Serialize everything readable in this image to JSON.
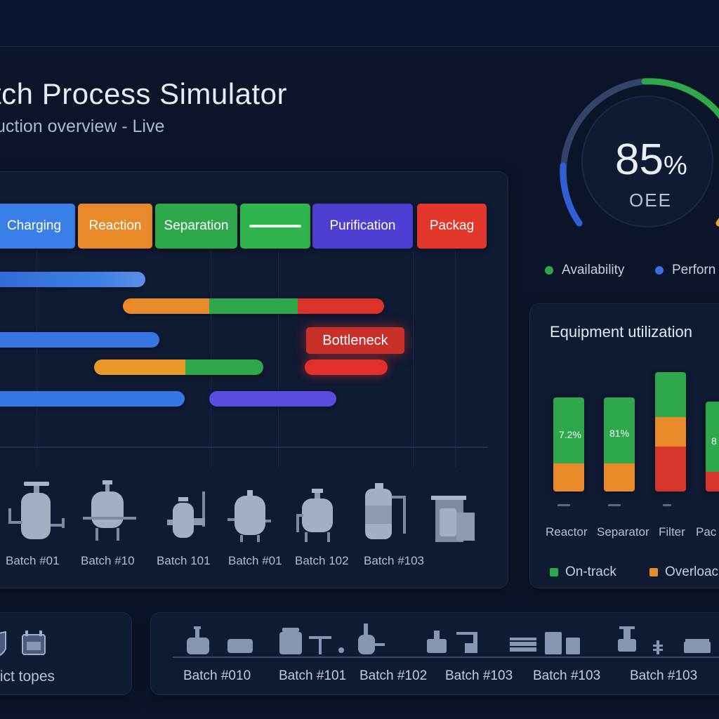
{
  "header": {
    "title": "tch Process Simulator",
    "subtitle": "uction overview - Live"
  },
  "stages": [
    {
      "label": "Charging",
      "color": "#3a7ee8"
    },
    {
      "label": "Reaction",
      "color": "#e8892a"
    },
    {
      "label": "Separation",
      "color": "#2fa84c"
    },
    {
      "label": "",
      "color": "#2fb44e",
      "icon": "dash-icon"
    },
    {
      "label": "Purification",
      "color": "#4c3fd1"
    },
    {
      "label": "Packag",
      "color": "#e3362b"
    }
  ],
  "gantt": {
    "bottleneck_label": "Bottleneck"
  },
  "equipment": [
    {
      "label": "Batch #01",
      "icon": "tank-vessel-icon"
    },
    {
      "label": "Batch #10",
      "icon": "reactor-vessel-icon"
    },
    {
      "label": "Batch 101",
      "icon": "pump-vessel-icon"
    },
    {
      "label": "Batch #01",
      "icon": "storage-tank-icon"
    },
    {
      "label": "Batch 102",
      "icon": "mixer-vessel-icon"
    },
    {
      "label": "Batch #103",
      "icon": "separator-column-icon"
    },
    {
      "label": "",
      "icon": "packaging-machine-icon"
    }
  ],
  "oee": {
    "value": "85",
    "unit": "%",
    "label": "OEE",
    "percent": 85
  },
  "oee_legend": [
    {
      "label": "Availability",
      "color": "#2fa84c"
    },
    {
      "label": "Perforn",
      "color": "#3a6fe0"
    }
  ],
  "utilization": {
    "title": "Equipment utilization",
    "columns": [
      {
        "label": "Reactor",
        "value_label": "7.2%"
      },
      {
        "label": "Separator",
        "value_label": "81%"
      },
      {
        "label": "Filter",
        "value_label": ""
      },
      {
        "label": "Pac",
        "value_label": "8"
      }
    ],
    "legend": [
      {
        "label": "On-track",
        "color": "#2fa84c"
      },
      {
        "label": "Overloac",
        "color": "#e8892a"
      }
    ]
  },
  "conflicts": {
    "label": "fict topes"
  },
  "timeline": {
    "labels": [
      "Batch #010",
      "Batch #101",
      "Batch #102",
      "Batch #103",
      "Batch #103",
      "Batch #103"
    ]
  },
  "colors": {
    "blue": "#3a7ee8",
    "orange": "#e8892a",
    "green": "#2fa84c",
    "purple": "#5b4be0",
    "red": "#e3362b",
    "background": "#0b1428"
  }
}
